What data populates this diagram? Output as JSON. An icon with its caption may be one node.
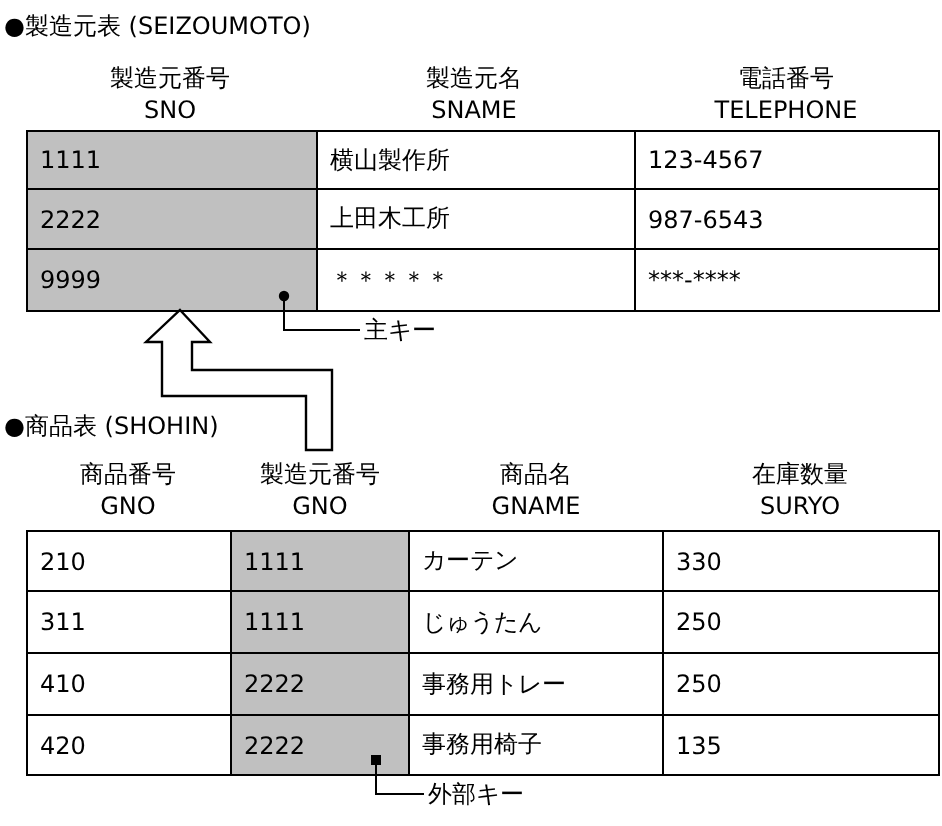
{
  "diagram": {
    "nodes": [
      {
        "text": [
          "主キー"
        ]
      },
      {
        "text": [
          "外部キー"
        ]
      },
      {
        "text": [],
        "shape": "box"
      },
      {
        "text": [],
        "shape": "box"
      }
    ],
    "edges": [
      {
        "from": 0,
        "to": 2,
        "arrow": "other"
      },
      {
        "from": 1,
        "to": 3,
        "arrow": "other"
      },
      {
        "from": 3,
        "to": 2,
        "arrow": "to",
        "style": "thick"
      }
    ],
    "labels": [
      "●製造元表 (SEIZOUMOTO)",
      "製造元番号",
      "SNO",
      "製造元名",
      "SNAME",
      "電話番号",
      "TELEPHONE",
      "1111",
      "横山製作所",
      "123-4567",
      "2222",
      "上田木工所",
      "987-6543",
      "9999",
      "＊＊＊＊＊",
      "***-****",
      "●商品表 (SHOHIN)",
      "商品番号",
      "GNO",
      "製造元番号",
      "GNO",
      "商品名",
      "GNAME",
      "在庫数量",
      "SURYO",
      "210",
      "1111",
      "カーテン",
      "330",
      "311",
      "1111",
      "じゅうたん",
      "250",
      "410",
      "2222",
      "事務用トレー",
      "250",
      "420",
      "2222",
      "事務用椅子",
      "135"
    ]
  }
}
